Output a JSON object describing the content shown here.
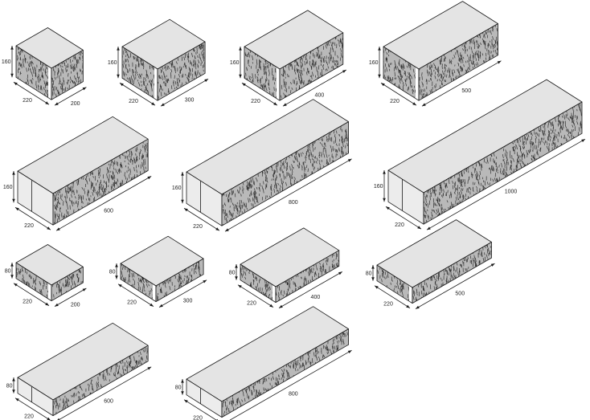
{
  "title": "Block size catalogue (mm)",
  "colors": {
    "top": "#e4e4e4",
    "texture_face": "#b9b9b9",
    "texture_stroke": "#333333",
    "end_face": "#ececec",
    "line": "#1a1a1a"
  },
  "blocks": [
    {
      "width": "220",
      "length": "200",
      "height": "160"
    },
    {
      "width": "220",
      "length": "300",
      "height": "160"
    },
    {
      "width": "220",
      "length": "400",
      "height": "160"
    },
    {
      "width": "220",
      "length": "500",
      "height": "160"
    },
    {
      "width": "220",
      "length": "600",
      "height": "160"
    },
    {
      "width": "220",
      "length": "800",
      "height": "160"
    },
    {
      "width": "220",
      "length": "1000",
      "height": "160"
    },
    {
      "width": "220",
      "length": "200",
      "height": "80"
    },
    {
      "width": "220",
      "length": "300",
      "height": "80"
    },
    {
      "width": "220",
      "length": "400",
      "height": "80"
    },
    {
      "width": "220",
      "length": "500",
      "height": "80"
    },
    {
      "width": "220",
      "length": "600",
      "height": "80"
    },
    {
      "width": "220",
      "length": "800",
      "height": "80"
    }
  ]
}
